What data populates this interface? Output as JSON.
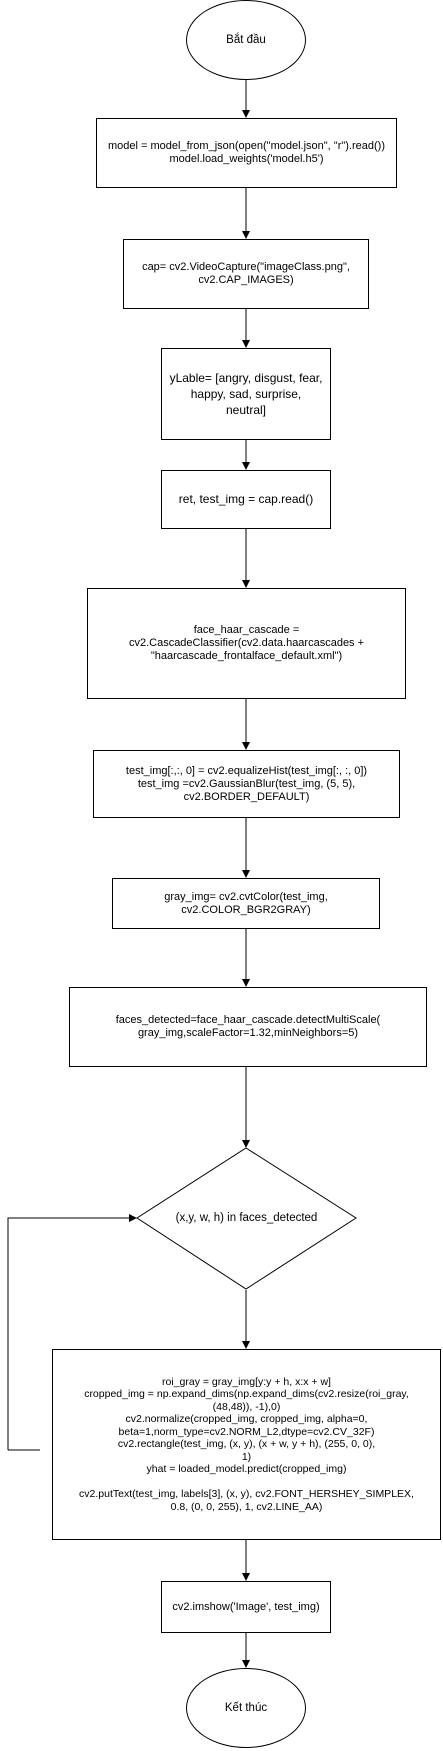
{
  "nodes": {
    "start": "Bắt đầu",
    "load_model": [
      "model = model_from_json(open(\"model.json\", \"r\").read())",
      "model.load_weights('model.h5')"
    ],
    "capture": [
      "cap= cv2.VideoCapture(\"imageClass.png\",",
      "cv2.CAP_IMAGES)"
    ],
    "labels": [
      "yLable= [angry, disgust, fear,",
      "happy, sad, surprise,",
      "neutral]"
    ],
    "read": [
      "ret, test_img = cap.read()"
    ],
    "cascade": [
      "face_haar_cascade =",
      "cv2.CascadeClassifier(cv2.data.haarcascades +",
      "\"haarcascade_frontalface_default.xml\")"
    ],
    "equalize": [
      "test_img[:,:, 0] = cv2.equalizeHist(test_img[:, :, 0])",
      "test_img =cv2.GaussianBlur(test_img, (5, 5),",
      "cv2.BORDER_DEFAULT)"
    ],
    "gray": [
      "gray_img= cv2.cvtColor(test_img,",
      "cv2.COLOR_BGR2GRAY)"
    ],
    "detect": [
      "faces_detected=face_haar_cascade.detectMultiScale(",
      "gray_img,scaleFactor=1.32,minNeighbors=5)"
    ],
    "loop": "(x,y, w, h) in faces_detected",
    "process": [
      "roi_gray = gray_img[y:y + h, x:x + w]",
      "cropped_img = np.expand_dims(np.expand_dims(cv2.resize(roi_gray,",
      "(48,48)), -1),0)",
      "cv2.normalize(cropped_img, cropped_img, alpha=0,",
      "beta=1,norm_type=cv2.NORM_L2,dtype=cv2.CV_32F)",
      "cv2.rectangle(test_img, (x, y), (x + w, y + h), (255, 0, 0),",
      "1)",
      "yhat = loaded_model.predict(cropped_img)",
      "",
      "cv2.putText(test_img, labels[3], (x, y), cv2.FONT_HERSHEY_SIMPLEX,",
      "0.8, (0, 0, 255), 1, cv2.LINE_AA)"
    ],
    "show": [
      "cv2.imshow('Image', test_img)"
    ],
    "end": "Kết thúc"
  },
  "colors": {
    "stroke": "#000000",
    "fill": "#ffffff"
  }
}
